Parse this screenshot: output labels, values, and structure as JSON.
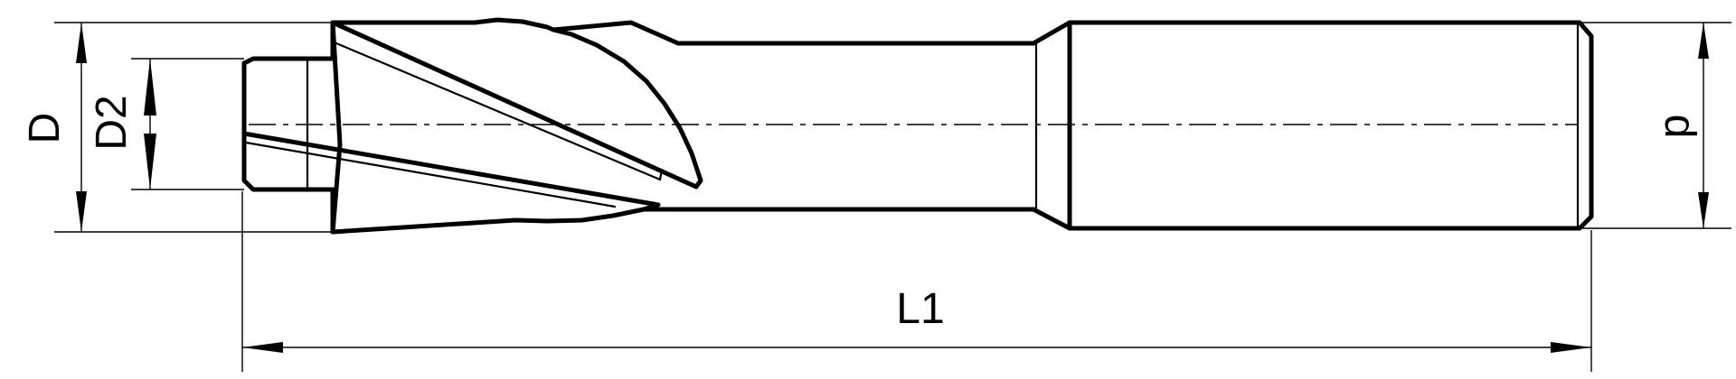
{
  "drawing": {
    "labels": {
      "diameter_D": "D",
      "diameter_D2": "D2",
      "shank_d": "d",
      "length_L1": "L1"
    }
  }
}
